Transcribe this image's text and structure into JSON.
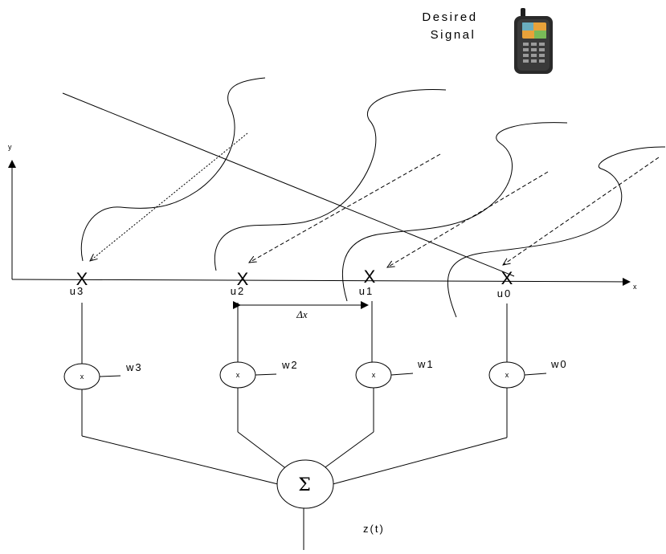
{
  "desired_signal": {
    "line1": "Desired",
    "line2": "Signal",
    "icon": "mobile-phone-icon"
  },
  "axes": {
    "x_label": "x",
    "y_label": "y"
  },
  "elements": [
    {
      "id": "u3",
      "label": "u3",
      "weight": "w3"
    },
    {
      "id": "u2",
      "label": "u2",
      "weight": "w2"
    },
    {
      "id": "u1",
      "label": "u1",
      "weight": "w1"
    },
    {
      "id": "u0",
      "label": "u0",
      "weight": "w0"
    }
  ],
  "element_marker": "X",
  "multiplier_symbol": "x",
  "spacing_label": "Δx",
  "summer_symbol": "Σ",
  "output_label": "z(t)",
  "colors": {
    "line": "#000000",
    "phone_body": "#2a2a2a",
    "phone_screen": "#e8a23a"
  }
}
